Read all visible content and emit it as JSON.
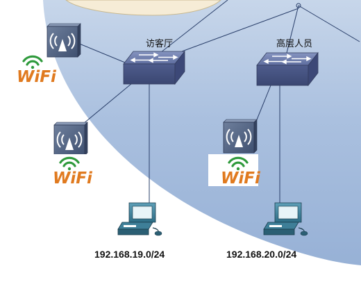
{
  "nodes": {
    "switch_guest": {
      "label": "访客厅"
    },
    "switch_senior": {
      "label": "高层人员"
    },
    "wifi_logo_text": "WiFi"
  },
  "subnets": {
    "guest": "192.168.19.0/24",
    "senior": "192.168.20.0/24"
  },
  "colors": {
    "zone_fill": "#a7bedf",
    "zone_light": "#c9d8ec",
    "oval_fill": "#f6ecd6",
    "link": "#2a3f6a",
    "switch_top": "#6a79a8",
    "switch_front": "#4a5888",
    "ap_body": "#4d5f7e",
    "wifi_green": "#2f9a3c",
    "wifi_orange": "#e07a1f"
  }
}
